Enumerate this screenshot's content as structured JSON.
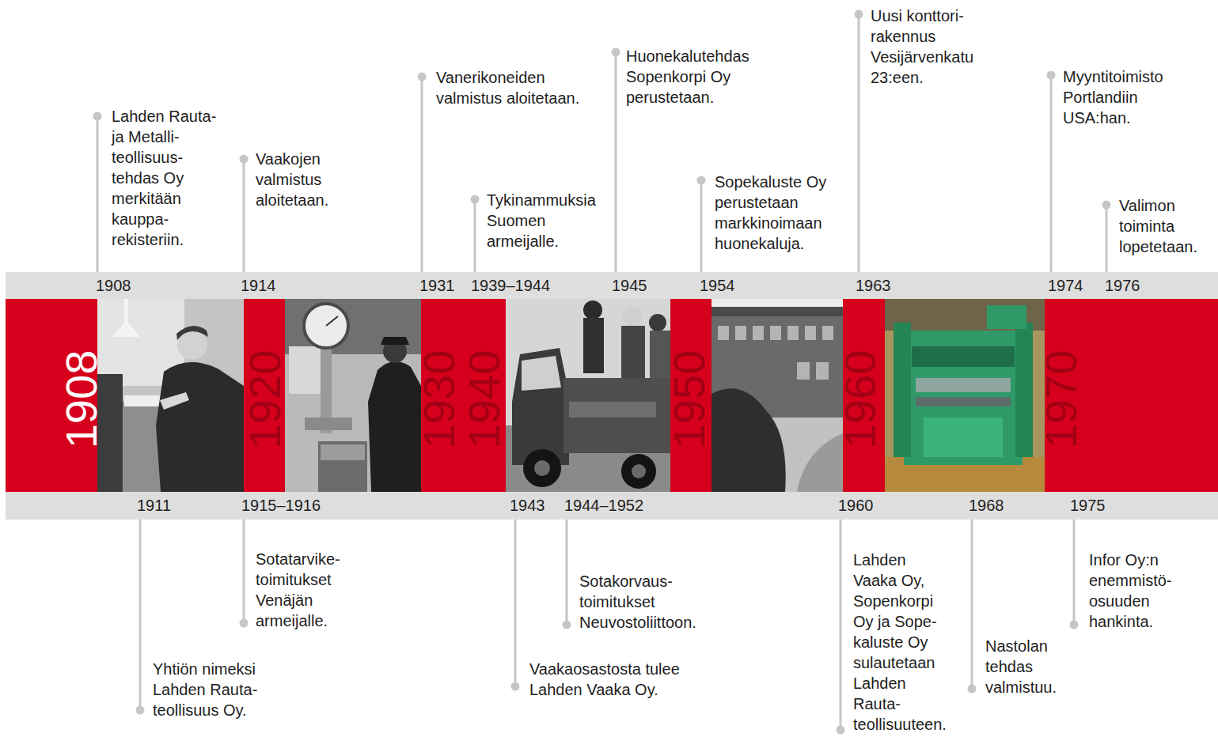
{
  "diagram": {
    "nodes": [
      {
        "text": [
          "1908",
          "1914",
          "1931",
          "1939–1944",
          "1945",
          "1954",
          "1963",
          "1974",
          "1976"
        ]
      },
      {
        "text": [
          "1908",
          "1920",
          "1930",
          "1940",
          "1950",
          "1960",
          "1970"
        ]
      },
      {
        "text": [
          "1911",
          "1915–1916",
          "1943",
          "1944–1952",
          "1960",
          "1968",
          "1975"
        ]
      }
    ],
    "labels": [
      "Lahden Rauta- ja Metalli- teollisuus- tehdas Oy merkitään kauppa- rekisteriin.",
      "Vaakojen valmistus aloitetaan.",
      "Vanerikoneiden valmistus aloitetaan.",
      "Tykinammuksia Suomen armeijalle.",
      "Huonekalutehdas Sopenkorpi Oy perustetaan.",
      "Sopekaluste Oy perustetaan markkinoimaan huonekaluja.",
      "Uusi konttori- rakennus Vesijärvenkatu 23:een.",
      "Myyntitoimisto Portlandiin USA:han.",
      "Valimon toiminta lopetetaan.",
      "Yhtiön nimeksi Lahden Rauta- teollisuus Oy.",
      "Sotatarvike- toimitukset Venäjän armeijalle.",
      "Vaakaosastosta tulee Lahden Vaaka Oy.",
      "Sotakorvaus- toimitukset Neuvostoliittoon.",
      "Lahden Vaaka Oy, Sopenkorpi Oy ja Sope- kaluste Oy sulautetaan Lahden Rauta- teollisuuteen.",
      "Nastolan tehdas valmistuu.",
      "Infor Oy:n enemmistö- osuuden hankinta."
    ]
  }
}
